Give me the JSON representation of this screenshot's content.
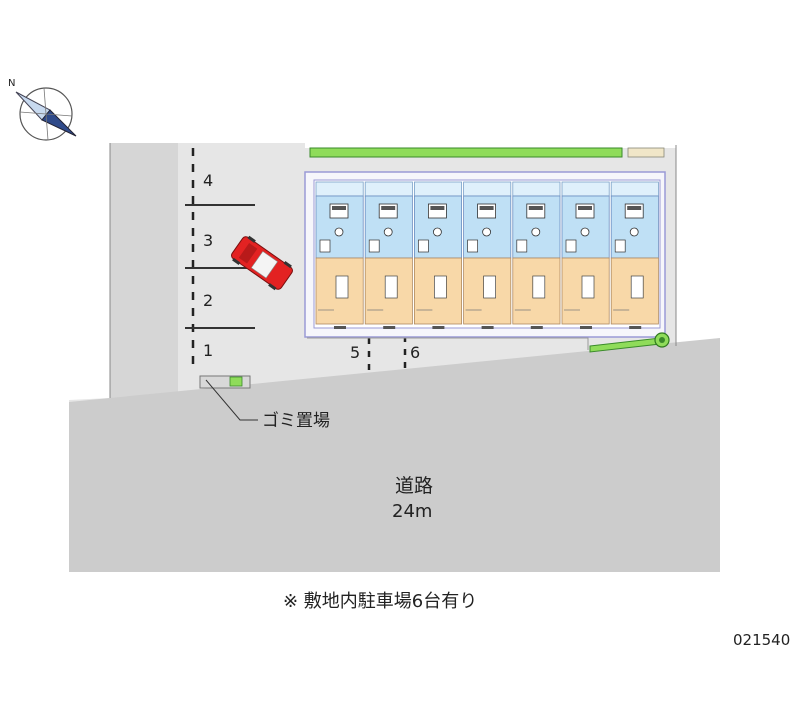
{
  "site_map": {
    "parking_space_numbers": [
      "1",
      "2",
      "3",
      "4",
      "5",
      "6"
    ],
    "garbage_area_label": "ゴミ置場",
    "road_label": "道路",
    "road_width": "24m",
    "parking_note": "※ 敷地内駐車場6台有り",
    "map_code": "021540",
    "unit_count": 7,
    "north_arrow_label": "N"
  },
  "colors": {
    "road": "#cccccc",
    "lot": "#e6e6e6",
    "building_outline": "#9a9ad6",
    "unit_blue": "#bfe0f5",
    "unit_orange": "#f8d8a8",
    "greenery": "#8fdc5a",
    "car": "#e32222"
  }
}
